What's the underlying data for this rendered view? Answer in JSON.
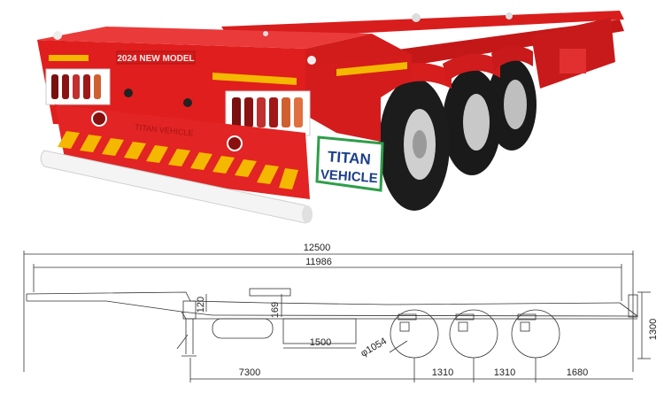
{
  "photo": {
    "model_badge": "2024 NEW MODEL",
    "embossed_brand": "TITAN VEHICLE",
    "plate_line1": "TITAN",
    "plate_line2": "VEHICLE",
    "colors": {
      "body": "#e01e1e",
      "stripe_yellow": "#f5b800",
      "tire": "#1a1a1a",
      "plate_green": "#2e9e4a"
    }
  },
  "drawing": {
    "overall_length": "12500",
    "frame_length": "11986",
    "kingpin_to_axle": "7300",
    "axle_spacing_1": "1310",
    "axle_spacing_2": "1310",
    "rear_overhang": "1680",
    "front_section": "1500",
    "neck_height": "169",
    "front_height": "120",
    "deck_height": "1300",
    "wheel_diameter": "φ1054"
  }
}
